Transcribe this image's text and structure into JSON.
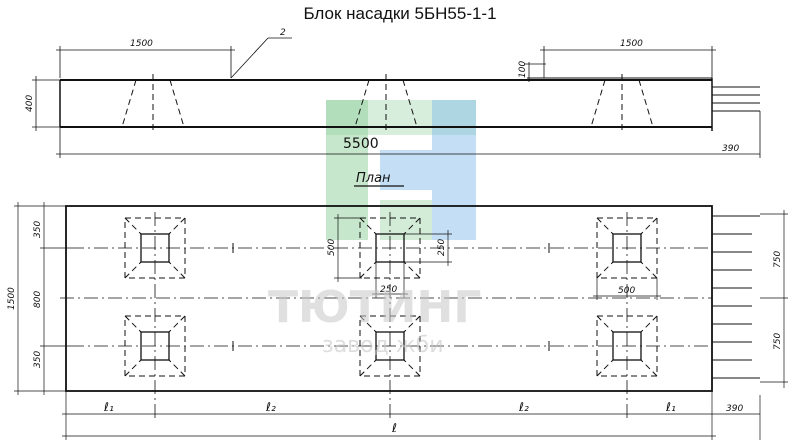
{
  "title": "Блок насадки 5БН55-1-1",
  "elevation": {
    "dim_left_1500": "1500",
    "dim_right_1500": "1500",
    "callout": "2",
    "dim_100": "100",
    "dim_height": "400",
    "dim_length": "5500",
    "dim_390": "390"
  },
  "plan": {
    "label": "План",
    "dim_350_top": "350",
    "dim_800": "800",
    "dim_350_bottom": "350",
    "dim_1500": "1500",
    "dim_500_v": "500",
    "dim_250_v": "250",
    "dim_250_h": "250",
    "dim_500_h": "500",
    "dim_750_top": "750",
    "dim_750_bottom": "750",
    "l1_left": "ℓ₁",
    "l2_left": "ℓ₂",
    "l2_right": "ℓ₂",
    "l1_right": "ℓ₁",
    "dim_390": "390",
    "total": "ℓ"
  },
  "watermark": {
    "brand": "ТЮТИНГ",
    "sub": "завод жби",
    "colors": {
      "green": "#8fcf9a",
      "blue": "#7cb8e8"
    }
  }
}
